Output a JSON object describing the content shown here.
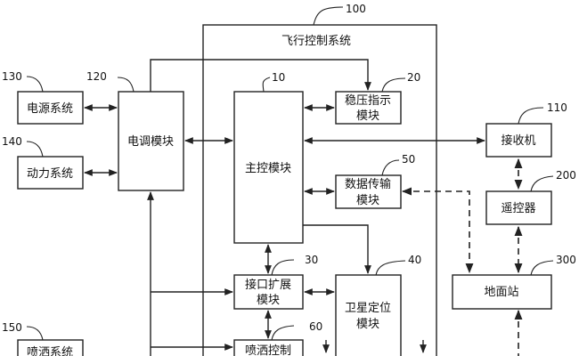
{
  "system_title": "飞行控制系统",
  "blocks": {
    "power": "电源系统",
    "drive": "动力系统",
    "spray_source": "喷洒系统",
    "esc": "电调模块",
    "main": "主控模块",
    "vreg_1": "稳压指示",
    "vreg_2": "模块",
    "data_1": "数据传输",
    "data_2": "模块",
    "iface_1": "接口扩展",
    "iface_2": "模块",
    "spray_ctrl": "喷洒控制",
    "sat_1": "卫星定位",
    "sat_2": "模块",
    "receiver": "接收机",
    "remote": "遥控器",
    "ground": "地面站"
  },
  "refs": {
    "system": "100",
    "power": "130",
    "drive": "140",
    "spray_source": "150",
    "esc": "120",
    "main": "10",
    "vreg": "20",
    "data": "50",
    "iface": "30",
    "spray_ctrl": "60",
    "sat": "40",
    "receiver": "110",
    "remote": "200",
    "ground": "300"
  }
}
